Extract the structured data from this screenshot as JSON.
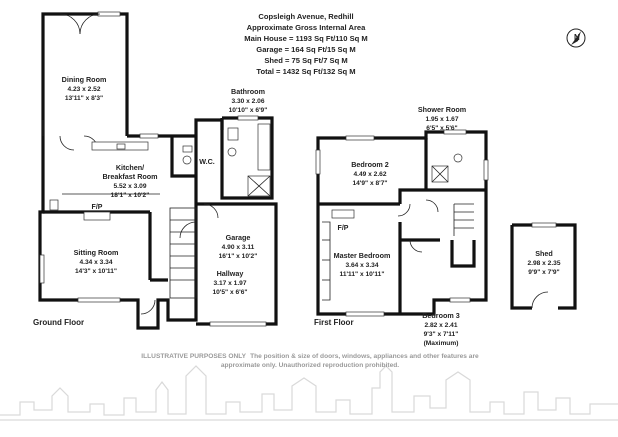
{
  "header": {
    "address": "Copsleigh Avenue, Redhill",
    "subtitle": "Approximate Gross Internal Area",
    "main_house": "Main House = 1193 Sq Ft/110 Sq M",
    "garage": "Garage = 164 Sq Ft/15 Sq M",
    "shed": "Shed = 75 Sq Ft/7 Sq M",
    "total": "Total = 1432 Sq Ft/132 Sq M"
  },
  "compass": {
    "letter": "N",
    "icon": "north-arrow-icon"
  },
  "ground_floor": {
    "label": "Ground Floor",
    "dining_room": {
      "name": "Dining Room",
      "metric": "4.23 x 2.52",
      "imperial": "13'11\" x 8'3\""
    },
    "kitchen": {
      "name_line1": "Kitchen/",
      "name_line2": "Breakfast Room",
      "metric": "5.52 x 3.09",
      "imperial": "18'1\" x 10'2\""
    },
    "bathroom": {
      "name": "Bathroom",
      "metric": "3.30 x 2.06",
      "imperial": "10'10\" x 6'9\""
    },
    "wc": {
      "name": "W.C."
    },
    "sitting_room": {
      "name": "Sitting Room",
      "metric": "4.34 x 3.34",
      "imperial": "14'3\" x 10'11\""
    },
    "fireplace": "F/P",
    "garage": {
      "name": "Garage",
      "metric": "4.90 x 3.11",
      "imperial": "16'1\" x 10'2\""
    },
    "hallway": {
      "name": "Hallway",
      "metric": "3.17 x 1.97",
      "imperial": "10'5\" x 6'6\""
    }
  },
  "first_floor": {
    "label": "First Floor",
    "shower_room": {
      "name": "Shower Room",
      "metric": "1.95 x 1.67",
      "imperial": "6'5\" x 5'6\""
    },
    "bedroom2": {
      "name": "Bedroom 2",
      "metric": "4.49 x 2.62",
      "imperial": "14'9\" x 8'7\""
    },
    "master_bedroom": {
      "name": "Master Bedroom",
      "metric": "3.64 x 3.34",
      "imperial": "11'11\" x 10'11\""
    },
    "fireplace": "F/P",
    "bedroom3": {
      "name": "Bedroom 3",
      "metric": "2.82 x 2.41",
      "imperial": "9'3\" x 7'11\"",
      "note": "(Maximum)"
    }
  },
  "shed": {
    "name": "Shed",
    "metric": "2.98 x 2.35",
    "imperial": "9'9\" x 7'9\""
  },
  "disclaimer": {
    "bold_prefix": "ILLUSTRATIVE PURPOSES ONLY",
    "line1_rest": "The position & size of doors, windows, appliances and other features are",
    "line2": "approximate only. Unauthorized reproduction prohibited."
  }
}
